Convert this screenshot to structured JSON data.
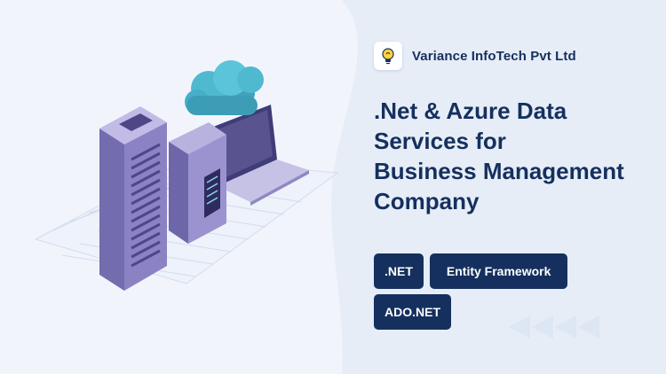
{
  "brand": {
    "name": "Variance InfoTech Pvt Ltd",
    "logo_icon": "lightbulb-head-icon"
  },
  "headline": {
    "lines": [
      ".Net & Azure Data",
      "Services for",
      "Business Management",
      "Company"
    ]
  },
  "tags": [
    ".NET",
    "Entity Framework",
    "ADO.NET"
  ],
  "decoration": {
    "icons": [
      "server-rack-icon",
      "cloud-icon",
      "laptop-icon",
      "grid-floor"
    ],
    "arrow_count": 4
  },
  "colors": {
    "background": "#f1f5fb",
    "wave": "#e6edf7",
    "navy": "#15305e",
    "server_purple": "#8b82c4",
    "cloud_teal": "#4fb9d0",
    "arrow": "#dde6f3"
  }
}
